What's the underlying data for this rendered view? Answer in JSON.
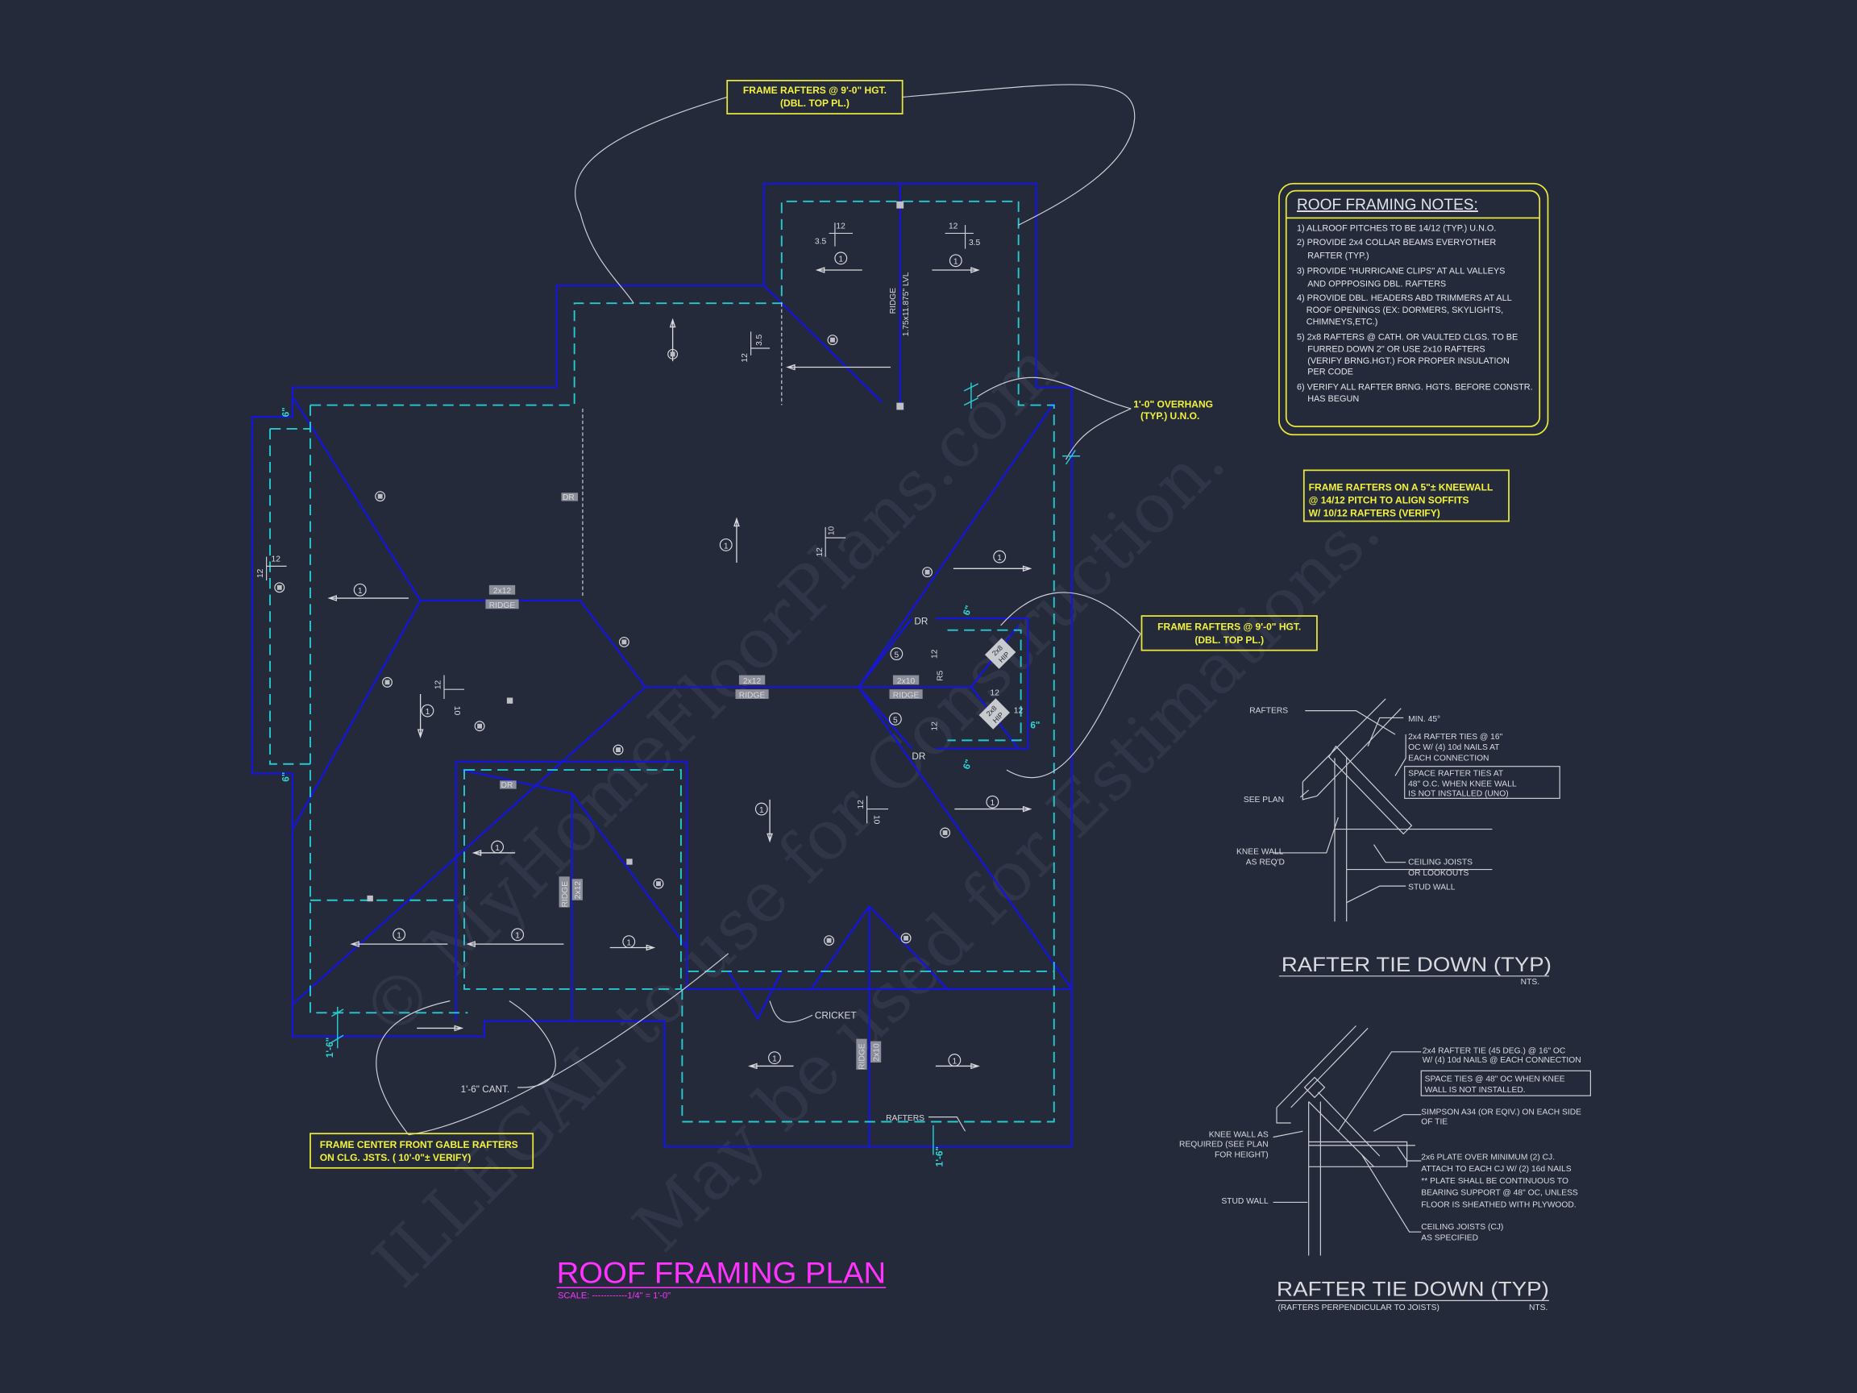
{
  "colors": {
    "background": "#242a3a",
    "roof_edge": "#1616d8",
    "wall_line": "#27c9d0",
    "callout": "#f2f23a",
    "title": "#ff33ff",
    "linework": "#d9d9de"
  },
  "title": {
    "text": "ROOF FRAMING PLAN",
    "scale": "SCALE: ------------1/4\" = 1'-0\""
  },
  "notes": {
    "heading": "ROOF FRAMING NOTES:",
    "lines": [
      "1) ALLROOF PITCHES TO BE  14/12 (TYP.) U.N.O.",
      "2) PROVIDE 2x4 COLLAR BEAMS EVERYOTHER",
      "RAFTER (TYP.)",
      "3) PROVIDE \"HURRICANE CLIPS\" AT ALL VALLEYS",
      "AND OPPPOSING DBL. RAFTERS",
      "4) PROVIDE DBL. HEADERS ABD TRIMMERS AT ALL",
      "ROOF OPENINGS (EX: DORMERS, SKYLIGHTS,",
      "CHIMNEYS,ETC.)",
      "5) 2x8 RAFTERS @ CATH. OR VAULTED CLGS. TO BE",
      "FURRED DOWN 2\" OR USE 2x10 RAFTERS",
      "(VERIFY BRNG.HGT.) FOR PROPER INSULATION",
      "PER CODE",
      "6) VERIFY ALL RAFTER BRNG. HGTS. BEFORE CONSTR.",
      "HAS BEGUN"
    ]
  },
  "callouts": {
    "top_frame": [
      "FRAME RAFTERS @ 9'-0\" HGT.",
      "(DBL. TOP PL.)"
    ],
    "overhang": [
      "1'-0\" OVERHANG",
      "(TYP.) U.N.O."
    ],
    "kneewall": [
      "FRAME RAFTERS ON A 5\"± KNEEWALL",
      "@ 14/12 PITCH TO ALIGN SOFFITS",
      "W/ 10/12 RAFTERS (VERIFY)"
    ],
    "right_frame": [
      "FRAME RAFTERS @ 9'-0\" HGT.",
      "(DBL. TOP PL.)"
    ],
    "front_gable": [
      "FRAME CENTER FRONT GABLE RAFTERS",
      "ON CLG. JSTS. ( 10'-0\"± VERIFY)"
    ]
  },
  "plan": {
    "pitch_12": "12",
    "pitch_35": "3.5",
    "pitch_10": "10",
    "pitch_r5": "R5",
    "rafter_1": "1",
    "rafter_5": "5",
    "ridge_2x12": "2x12",
    "ridge_2x10": "2x10",
    "ridge": "RIDGE",
    "ridge_lvl": "RIDGE",
    "lvl_size": "1.75x11.875\" LVL",
    "hip_2x8": "2x8",
    "hip": "HIP",
    "dr": "DR",
    "cricket": "CRICKET",
    "cant": "1'-6\" CANT.",
    "rafters": "RAFTERS",
    "dim_18": "1'-6\"",
    "dim_6": "6\""
  },
  "detail1": {
    "title": "RAFTER TIE DOWN (TYP)",
    "nts": "NTS.",
    "rafters": "RAFTERS",
    "min45": "MIN. 45°",
    "ties": [
      "2x4 RAFTER TIES @ 16\"",
      "OC W/ (4) 10d NAILS AT",
      "EACH CONNECTION"
    ],
    "space": [
      "SPACE RAFTER TIES AT",
      "48\" O.C. WHEN KNEE WALL",
      "IS NOT INSTALLED (UNO)"
    ],
    "see_plan": "SEE PLAN",
    "knee": [
      "KNEE WALL",
      "AS REQ'D"
    ],
    "joists": [
      "CEILING JOISTS",
      "OR LOOKOUTS"
    ],
    "stud": "STUD WALL"
  },
  "detail2": {
    "title": "RAFTER TIE DOWN (TYP)",
    "subtitle": "(RAFTERS PERPENDICULAR TO JOISTS)",
    "nts": "NTS.",
    "tie": [
      "2x4 RAFTER TIE (45 DEG.) @ 16\" OC",
      "W/ (4) 10d NAILS @ EACH CONNECTION"
    ],
    "space": [
      "SPACE TIES @ 48\" OC WHEN KNEE",
      "WALL IS NOT INSTALLED."
    ],
    "simpson": [
      "SIMPSON A34 (OR EQIV.) ON EACH SIDE",
      "OF TIE"
    ],
    "knee": [
      "KNEE WALL AS",
      "REQUIRED (SEE PLAN",
      "FOR HEIGHT)"
    ],
    "plate": [
      "2x6 PLATE OVER MINIMUM (2) CJ.",
      "ATTACH TO EACH CJ W/ (2) 16d NAILS",
      "** PLATE SHALL BE CONTINUOUS TO",
      "BEARING SUPPORT @ 48\" OC, UNLESS",
      "FLOOR IS SHEATHED WITH PLYWOOD."
    ],
    "stud": "STUD WALL",
    "joists": [
      "CEILING JOISTS (CJ)",
      "AS SPECIFIED"
    ]
  },
  "watermark": [
    "© MyHomeFloorPlans.com",
    "ILLEGAL to use for Construction.",
    "May be used for Estimations."
  ]
}
